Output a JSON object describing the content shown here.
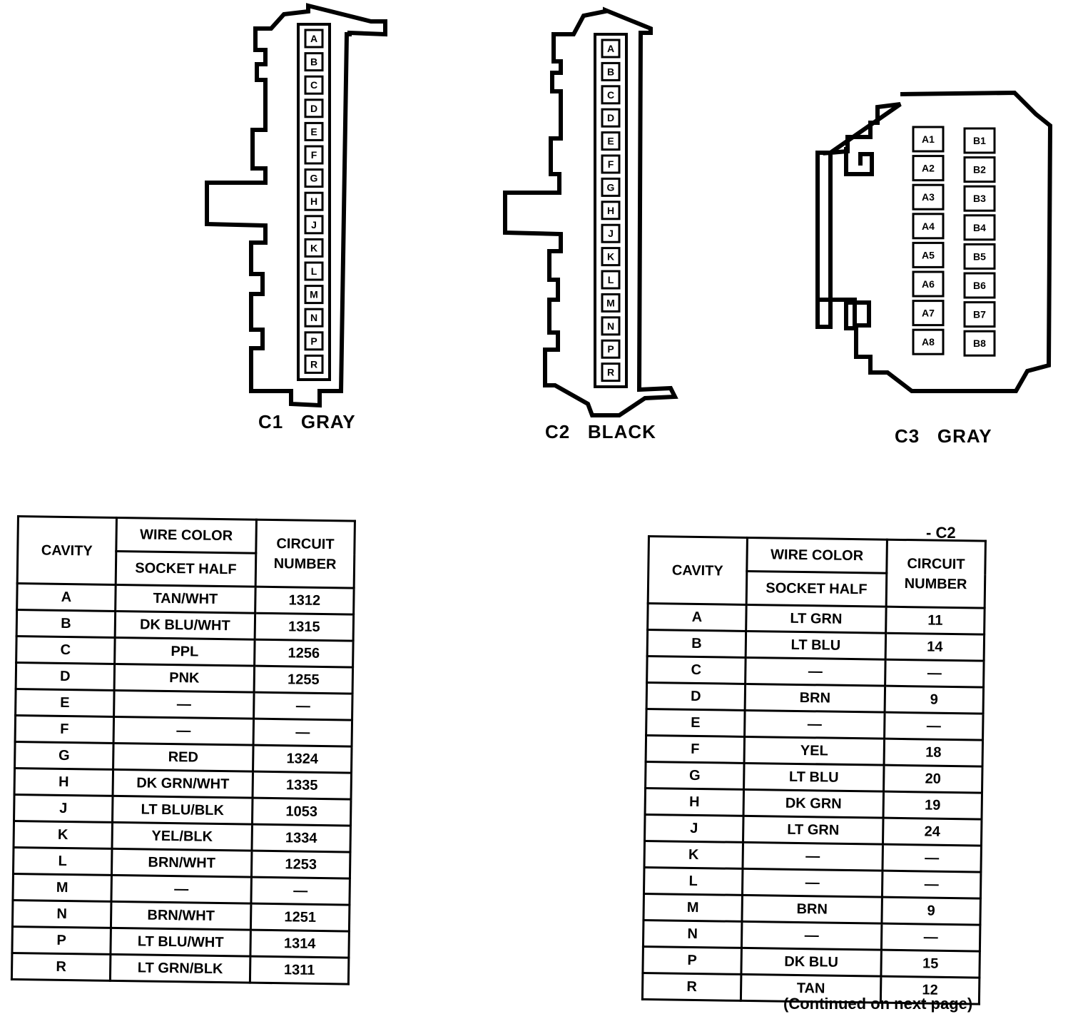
{
  "connectors": [
    {
      "id": "C1",
      "label": "C1   GRAY",
      "pins": [
        "A",
        "B",
        "C",
        "D",
        "E",
        "F",
        "G",
        "H",
        "J",
        "K",
        "L",
        "M",
        "N",
        "P",
        "R"
      ]
    },
    {
      "id": "C2",
      "label": "C2   BLACK",
      "pins": [
        "A",
        "B",
        "C",
        "D",
        "E",
        "F",
        "G",
        "H",
        "J",
        "K",
        "L",
        "M",
        "N",
        "P",
        "R"
      ]
    },
    {
      "id": "C3",
      "label": "C3   GRAY",
      "pins_a": [
        "A1",
        "A2",
        "A3",
        "A4",
        "A5",
        "A6",
        "A7",
        "A8"
      ],
      "pins_b": [
        "B1",
        "B2",
        "B3",
        "B4",
        "B5",
        "B6",
        "B7",
        "B8"
      ]
    }
  ],
  "table_headers": {
    "cavity": "CAVITY",
    "wire_color": "WIRE COLOR",
    "socket_half": "SOCKET HALF",
    "circuit": "CIRCUIT",
    "number": "NUMBER"
  },
  "table_left": {
    "rows": [
      [
        "A",
        "TAN/WHT",
        "1312"
      ],
      [
        "B",
        "DK BLU/WHT",
        "1315"
      ],
      [
        "C",
        "PPL",
        "1256"
      ],
      [
        "D",
        "PNK",
        "1255"
      ],
      [
        "E",
        "—",
        "—"
      ],
      [
        "F",
        "—",
        "—"
      ],
      [
        "G",
        "RED",
        "1324"
      ],
      [
        "H",
        "DK GRN/WHT",
        "1335"
      ],
      [
        "J",
        "LT BLU/BLK",
        "1053"
      ],
      [
        "K",
        "YEL/BLK",
        "1334"
      ],
      [
        "L",
        "BRN/WHT",
        "1253"
      ],
      [
        "M",
        "—",
        "—"
      ],
      [
        "N",
        "BRN/WHT",
        "1251"
      ],
      [
        "P",
        "LT BLU/WHT",
        "1314"
      ],
      [
        "R",
        "LT GRN/BLK",
        "1311"
      ]
    ]
  },
  "table_right": {
    "title": "- C2",
    "rows": [
      [
        "A",
        "LT GRN",
        "11"
      ],
      [
        "B",
        "LT BLU",
        "14"
      ],
      [
        "C",
        "—",
        "—"
      ],
      [
        "D",
        "BRN",
        "9"
      ],
      [
        "E",
        "—",
        "—"
      ],
      [
        "F",
        "YEL",
        "18"
      ],
      [
        "G",
        "LT BLU",
        "20"
      ],
      [
        "H",
        "DK GRN",
        "19"
      ],
      [
        "J",
        "LT GRN",
        "24"
      ],
      [
        "K",
        "—",
        "—"
      ],
      [
        "L",
        "—",
        "—"
      ],
      [
        "M",
        "BRN",
        "9"
      ],
      [
        "N",
        "—",
        "—"
      ],
      [
        "P",
        "DK BLU",
        "15"
      ],
      [
        "R",
        "TAN",
        "12"
      ]
    ],
    "footnote": "(Continued on next page)"
  }
}
